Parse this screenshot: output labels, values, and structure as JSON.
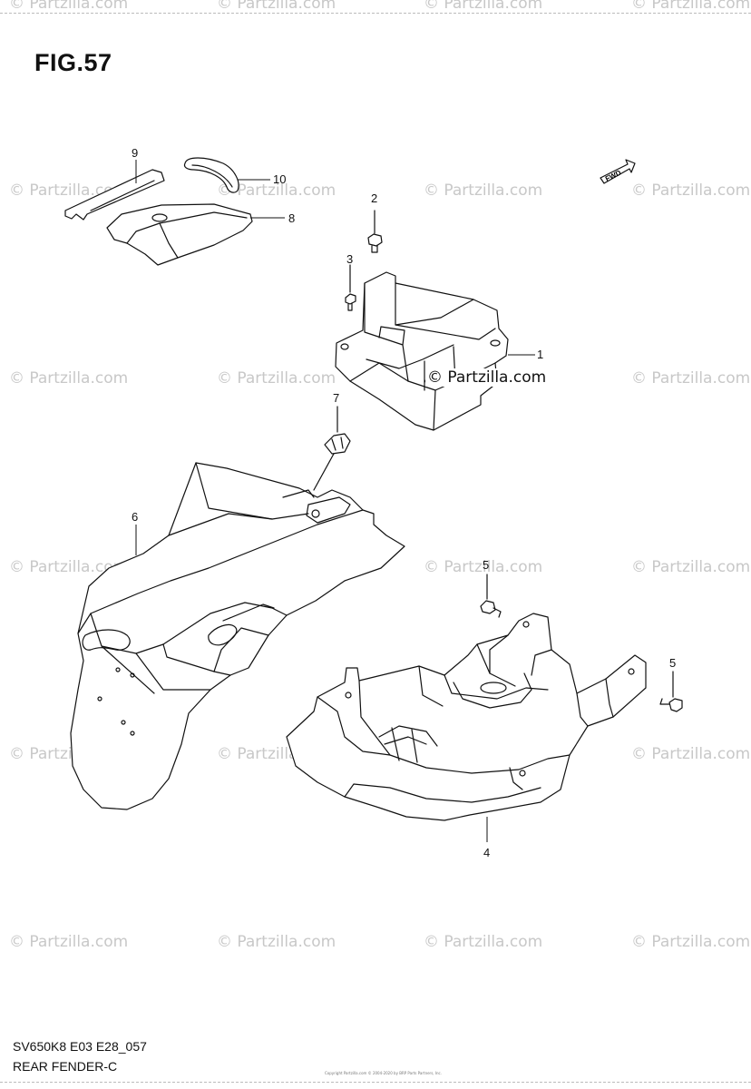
{
  "figure": {
    "title": "FIG.57"
  },
  "watermark_text": "© Partzilla.com",
  "overlay_watermark": "© Partzilla.com",
  "fwd_label": "FWD",
  "callouts": [
    "1",
    "2",
    "3",
    "4",
    "5",
    "5",
    "6",
    "7",
    "8",
    "9",
    "10"
  ],
  "footer": {
    "code": "SV650K8 E03 E28_057",
    "name": "REAR FENDER-C"
  },
  "copyright": "Copyright Partzilla.com © 2004-2020 by BRP Parts Partners, Inc."
}
